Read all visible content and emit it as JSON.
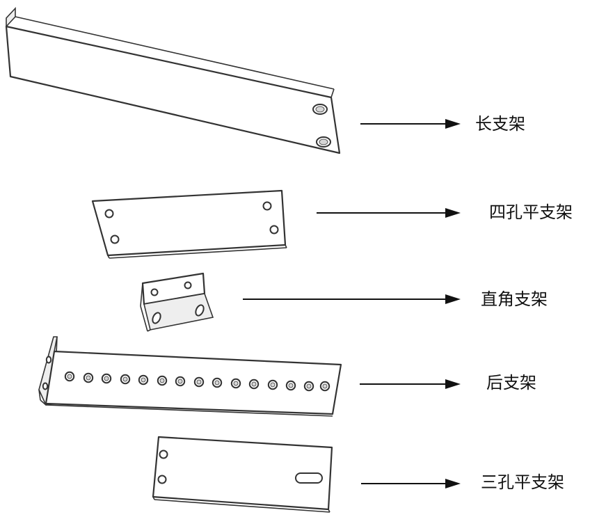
{
  "parts": [
    {
      "id": "long-bracket",
      "label": "长支架"
    },
    {
      "id": "four-hole-flat-bracket",
      "label": "四孔平支架"
    },
    {
      "id": "right-angle-bracket",
      "label": "直角支架"
    },
    {
      "id": "rear-bracket",
      "label": "后支架"
    },
    {
      "id": "three-hole-flat-bracket",
      "label": "三孔平支架"
    }
  ]
}
